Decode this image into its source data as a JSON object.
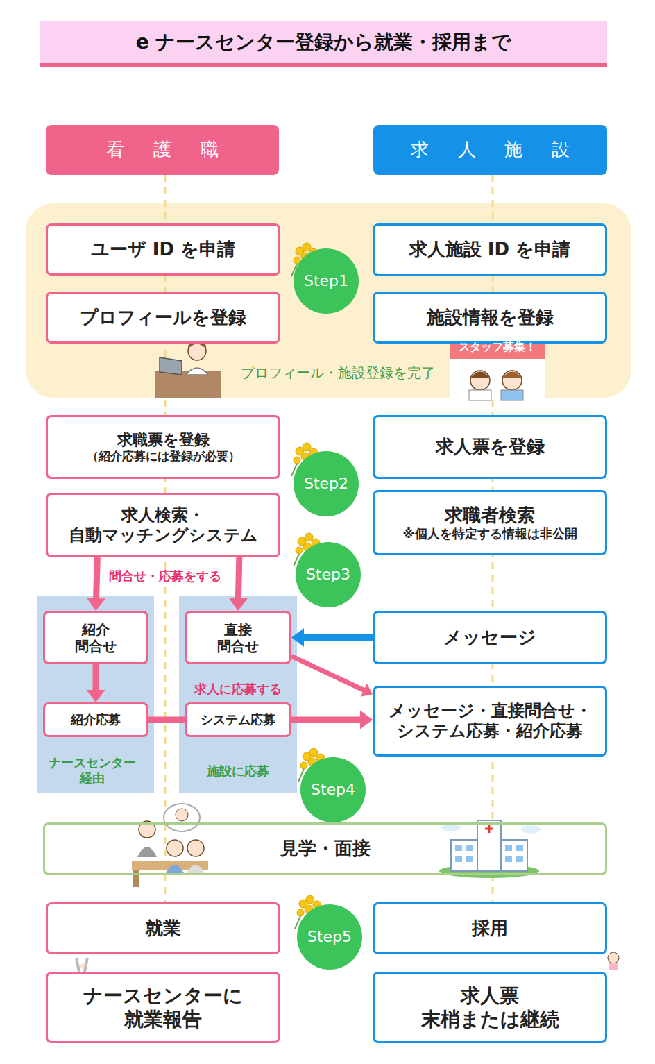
{
  "diagram": {
    "title": "e ナースセンター登録から就業・採用まで",
    "nodes": [
      {
        "text": [
          "看護職"
        ]
      },
      {
        "text": [
          "求人施設"
        ]
      },
      {
        "text": [
          "プロフィール・施設登録を完了"
        ]
      },
      {
        "text": [
          "ユーザ ID を申請"
        ],
        "in": 2
      },
      {
        "text": [
          "求人施設 ID を申請"
        ],
        "in": 2
      },
      {
        "text": [
          "Step1"
        ],
        "in": 2
      },
      {
        "text": [
          "プロフィールを登録"
        ],
        "in": 2
      },
      {
        "text": [
          "施設情報を登録"
        ],
        "in": 2
      },
      {
        "text": [
          "求職票を登録",
          "（紹介応募には登録が必要）"
        ]
      },
      {
        "text": [
          "Step2"
        ]
      },
      {
        "text": [
          "求人票を登録"
        ]
      },
      {
        "text": [
          "求人検索・ 自動マッチングシステム"
        ]
      },
      {
        "text": [
          "求職者検索",
          "※個人を特定する情報は非公開"
        ]
      },
      {
        "text": [
          "Step3"
        ]
      },
      {
        "text": [
          "ナースセンター 経由"
        ]
      },
      {
        "text": [
          "紹介 問合せ"
        ],
        "in": 14
      },
      {
        "text": [
          "紹介応募"
        ],
        "in": 14
      },
      {
        "text": [
          "施設に応募"
        ]
      },
      {
        "text": [
          "直接 問合せ"
        ],
        "in": 17
      },
      {
        "text": [
          "システム応募"
        ],
        "in": 17
      },
      {
        "text": [
          "メッセージ"
        ]
      },
      {
        "text": [
          "メッセージ・直接問合せ・ システム応募・紹介応募"
        ]
      },
      {
        "text": [
          "Step4"
        ]
      },
      {
        "text": [
          "見学・面接"
        ]
      },
      {
        "text": [
          "就業"
        ]
      },
      {
        "text": [
          "Step5"
        ]
      },
      {
        "text": [
          "採用"
        ]
      },
      {
        "text": [
          "ナースセンターに 就業報告"
        ]
      },
      {
        "text": [
          "求人票 末梢または継続"
        ]
      }
    ],
    "edges": [
      {
        "from": 11,
        "to": 15,
        "arrow": "to"
      },
      {
        "from": 11,
        "to": 18,
        "arrow": "to"
      },
      {
        "from": 15,
        "to": 16,
        "arrow": "to"
      },
      {
        "from": 20,
        "to": 18,
        "arrow": "to"
      },
      {
        "from": 18,
        "to": 21,
        "arrow": "to"
      },
      {
        "from": 16,
        "to": 19,
        "arrow": "none"
      },
      {
        "from": 19,
        "to": 21,
        "arrow": "to"
      }
    ],
    "labels": [
      "問合せ・応募をする",
      "求人に応募する",
      "スタッフ募集！"
    ]
  }
}
